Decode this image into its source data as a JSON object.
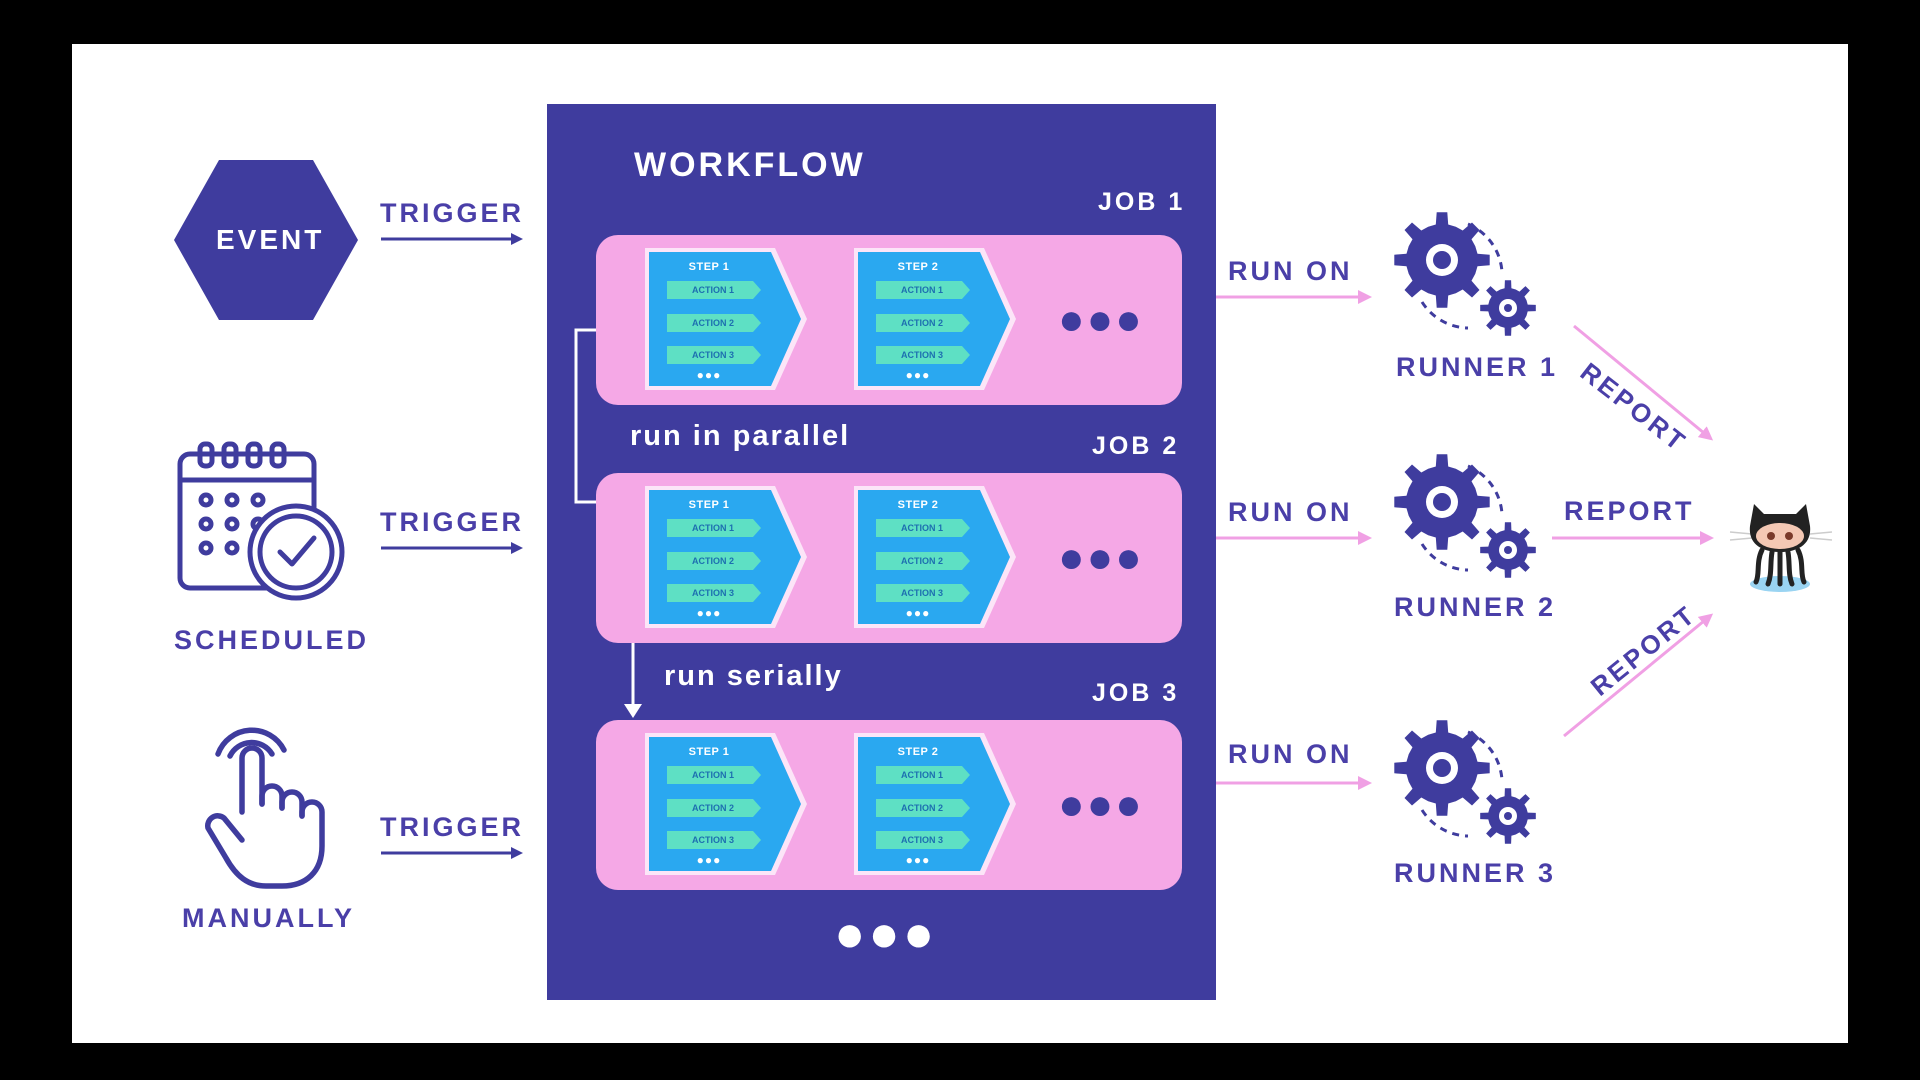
{
  "inputs": {
    "event": "EVENT",
    "scheduled": "SCHEDULED",
    "manually": "MANUALLY",
    "trigger": "TRIGGER"
  },
  "workflow": {
    "title": "WORKFLOW",
    "more": "●●●",
    "parallel_note": "run in parallel",
    "serial_note": "run serially",
    "jobs": [
      {
        "label": "JOB 1",
        "more": "●●●",
        "steps": [
          {
            "title": "STEP 1",
            "actions": [
              "ACTION 1",
              "ACTION 2",
              "ACTION 3"
            ],
            "more": "●●●"
          },
          {
            "title": "STEP 2",
            "actions": [
              "ACTION 1",
              "ACTION 2",
              "ACTION 3"
            ],
            "more": "●●●"
          }
        ]
      },
      {
        "label": "JOB 2",
        "more": "●●●",
        "steps": [
          {
            "title": "STEP 1",
            "actions": [
              "ACTION 1",
              "ACTION 2",
              "ACTION 3"
            ],
            "more": "●●●"
          },
          {
            "title": "STEP 2",
            "actions": [
              "ACTION 1",
              "ACTION 2",
              "ACTION 3"
            ],
            "more": "●●●"
          }
        ]
      },
      {
        "label": "JOB 3",
        "more": "●●●",
        "steps": [
          {
            "title": "STEP 1",
            "actions": [
              "ACTION 1",
              "ACTION 2",
              "ACTION 3"
            ],
            "more": "●●●"
          },
          {
            "title": "STEP 2",
            "actions": [
              "ACTION 1",
              "ACTION 2",
              "ACTION 3"
            ],
            "more": "●●●"
          }
        ]
      }
    ]
  },
  "runners": {
    "run_on": "RUN ON",
    "names": [
      "RUNNER 1",
      "RUNNER 2",
      "RUNNER 3"
    ]
  },
  "reporting": {
    "report": "REPORT",
    "target_icon": "github-octocat-icon"
  },
  "colors": {
    "primary_purple": "#3f3c9e",
    "label_purple": "#4a3fa8",
    "job_pink": "#f5a8e6",
    "step_blue": "#2aa8f0",
    "action_green": "#5ee0c4",
    "arrow_pink": "#f0a0e4"
  }
}
